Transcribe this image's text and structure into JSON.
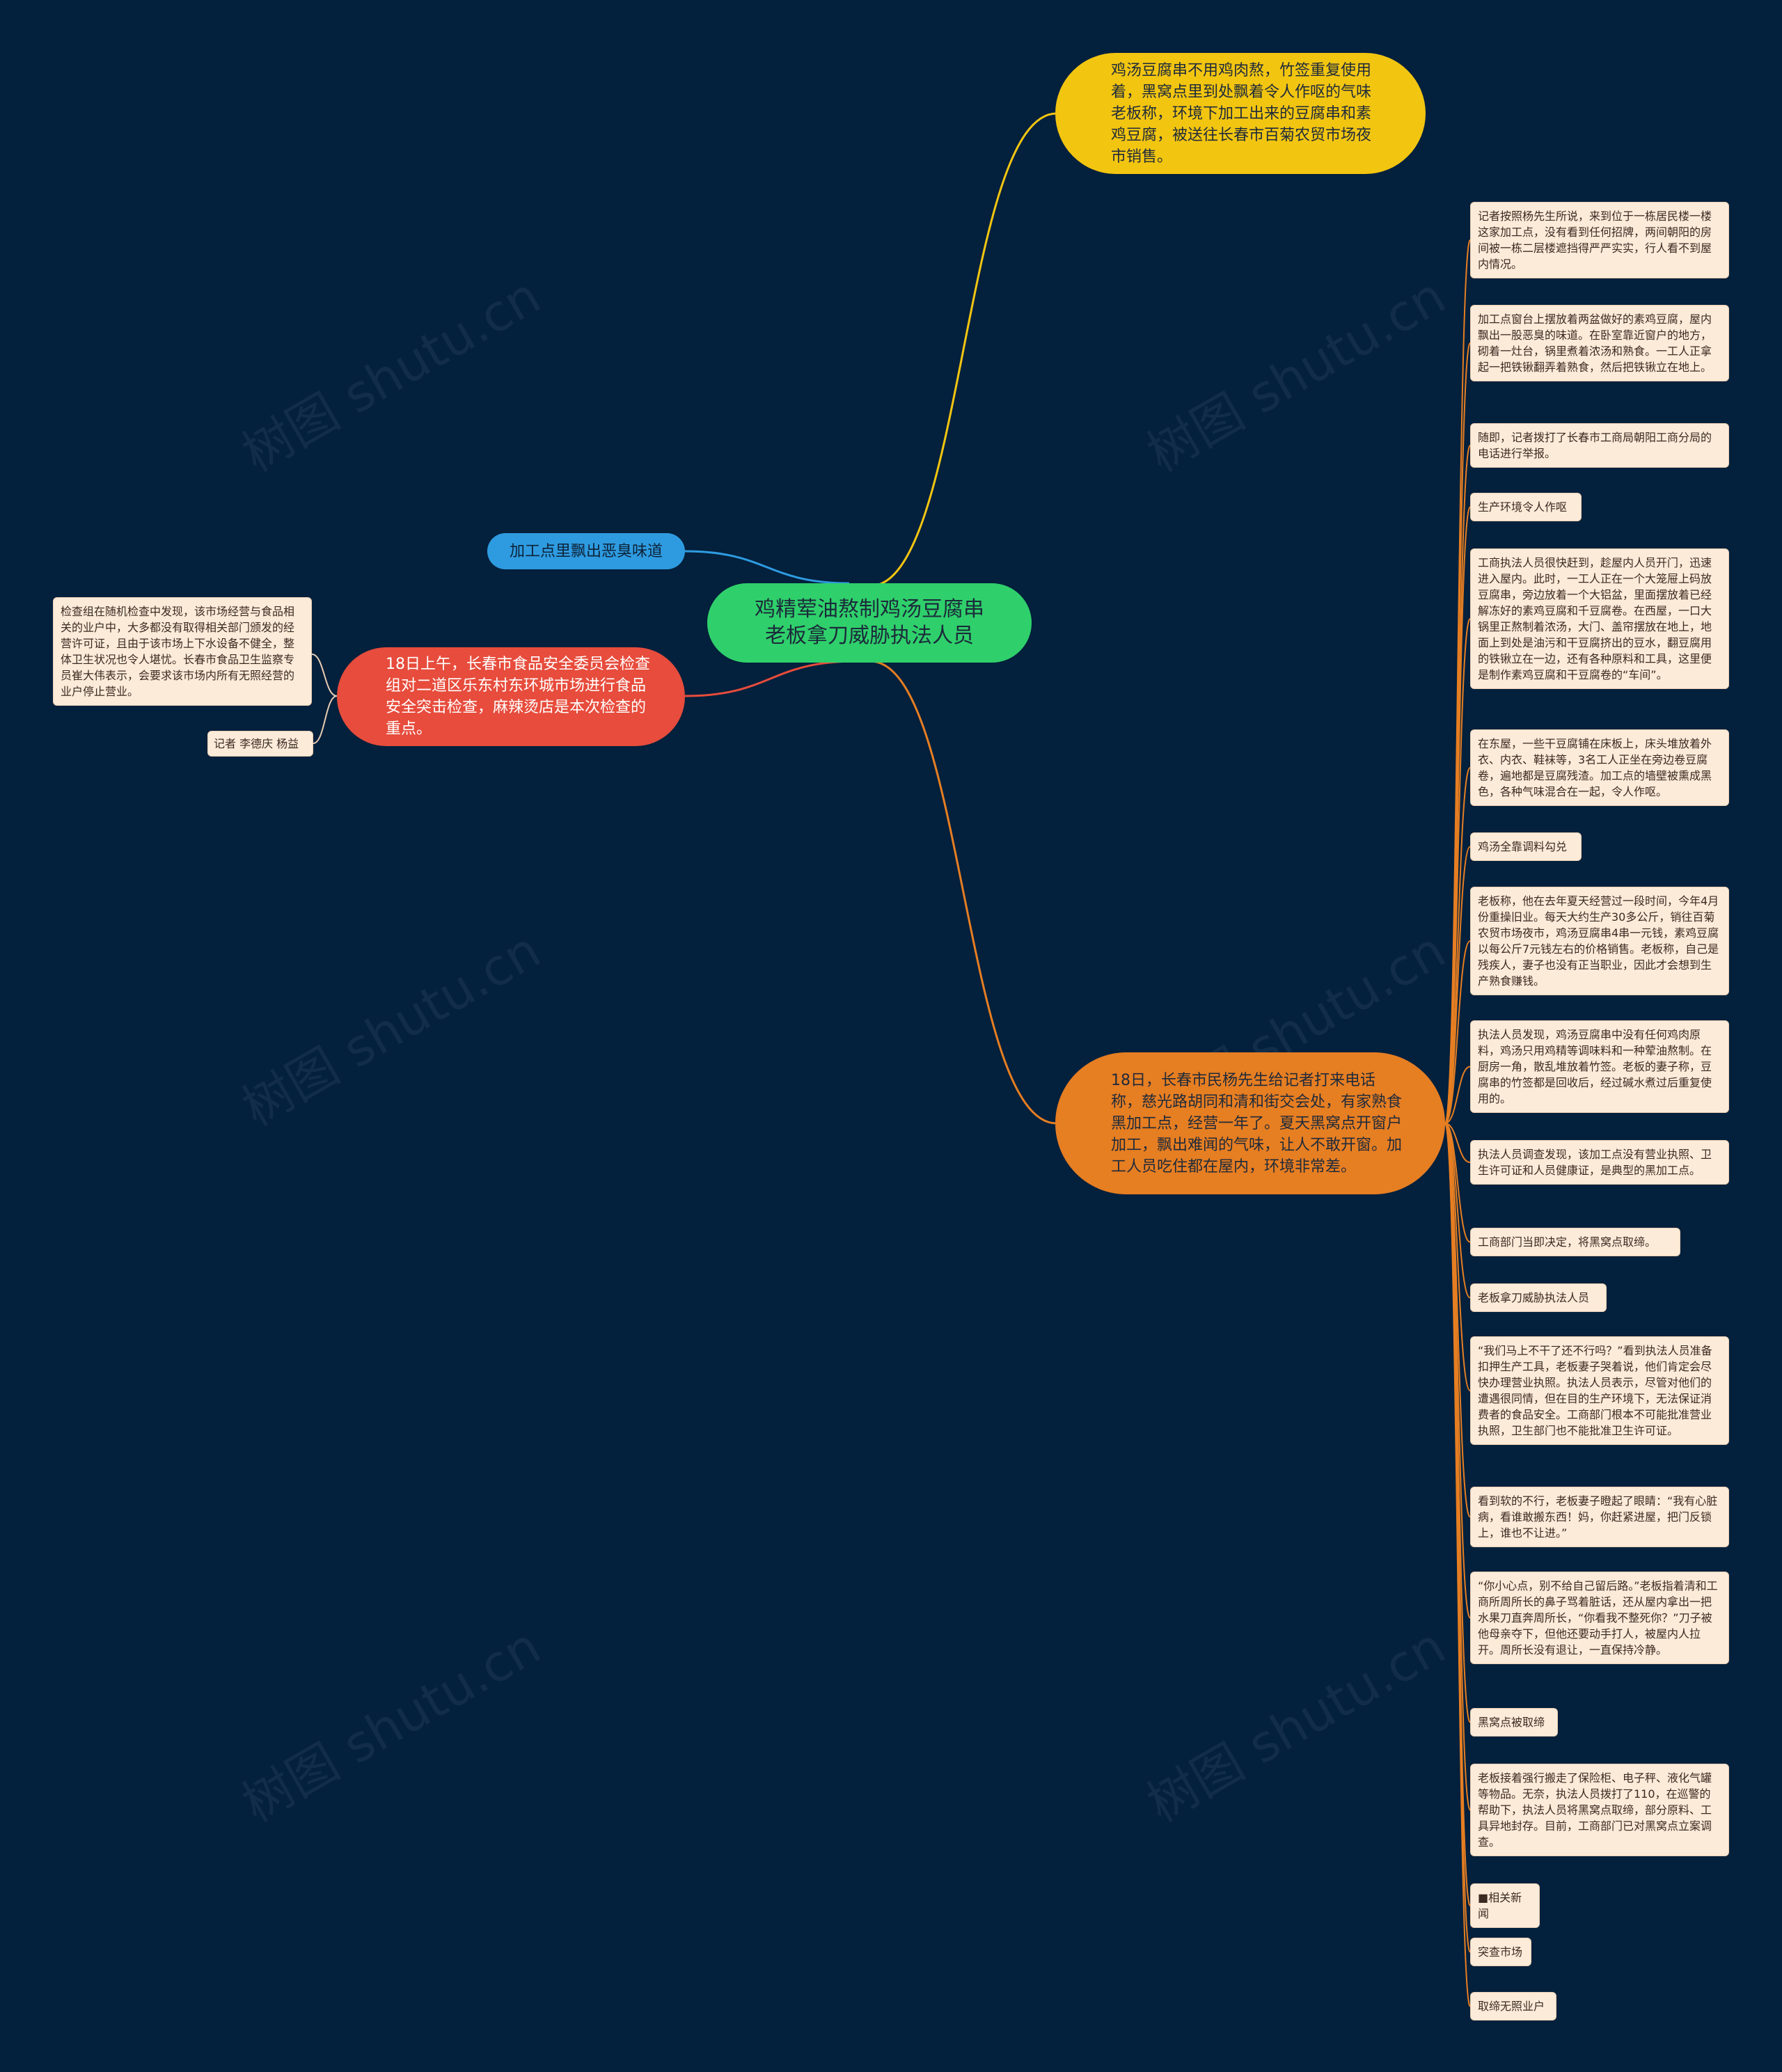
{
  "root": {
    "text": "鸡精荤油熬制鸡汤豆腐串\n老板拿刀威胁执法人员"
  },
  "branches": {
    "yellow": "鸡汤豆腐串不用鸡肉熬，竹签重复使用着，黑窝点里到处飘着令人作呕的气味老板称，环境下加工出来的豆腐串和素鸡豆腐，被送往长春市百菊农贸市场夜市销售。",
    "orange": "18日，长春市民杨先生给记者打来电话称，慈光路胡同和清和街交会处，有家熟食黑加工点，经营一年了。夏天黑窝点开窗户加工，飘出难闻的气味，让人不敢开窗。加工人员吃住都在屋内，环境非常差。",
    "red": "18日上午，长春市食品安全委员会检查组对二道区乐东村东环城市场进行食品安全突击检查，麻辣烫店是本次检查的重点。",
    "blue": "加工点里飘出恶臭味道"
  },
  "left_leaves": {
    "check": "检查组在随机检查中发现，该市场经营与食品相关的业户中，大多都没有取得相关部门颁发的经营许可证，且由于该市场上下水设备不健全，整体卫生状况也令人堪忧。长春市食品卫生监察专员崔大伟表示，会要求该市场内所有无照经营的业户停止营业。",
    "reporter": "记者 李德庆 杨益"
  },
  "right_leaves": [
    "记者按照杨先生所说，来到位于一栋居民楼一楼这家加工点，没有看到任何招牌，两间朝阳的房间被一栋二层楼遮挡得严严实实，行人看不到屋内情况。",
    "加工点窗台上摆放着两盆做好的素鸡豆腐，屋内飘出一股恶臭的味道。在卧室靠近窗户的地方，砌着一灶台，锅里煮着浓汤和熟食。一工人正拿起一把铁锹翻弄着熟食，然后把铁锹立在地上。",
    "随即，记者拨打了长春市工商局朝阳工商分局的电话进行举报。",
    "生产环境令人作呕",
    "工商执法人员很快赶到，趁屋内人员开门，迅速进入屋内。此时，一工人正在一个大笼屉上码放豆腐串，旁边放着一个大铝盆，里面摆放着已经解冻好的素鸡豆腐和千豆腐卷。在西屋，一口大锅里正熬制着浓汤，大门、盖帘摆放在地上，地面上到处是油污和干豆腐挤出的豆水，翻豆腐用的铁锹立在一边，还有各种原料和工具，这里便是制作素鸡豆腐和干豆腐卷的“车间”。",
    "在东屋，一些干豆腐铺在床板上，床头堆放着外衣、内衣、鞋袜等，3名工人正坐在旁边卷豆腐卷，遍地都是豆腐残渣。加工点的墙壁被熏成黑色，各种气味混合在一起，令人作呕。",
    "鸡汤全靠调料勾兑",
    "老板称，他在去年夏天经营过一段时间，今年4月份重操旧业。每天大约生产30多公斤，销往百菊农贸市场夜市，鸡汤豆腐串4串一元钱，素鸡豆腐以每公斤7元钱左右的价格销售。老板称，自己是残疾人，妻子也没有正当职业，因此才会想到生产熟食赚钱。",
    "执法人员发现，鸡汤豆腐串中没有任何鸡肉原料，鸡汤只用鸡精等调味料和一种荤油熬制。在厨房一角，散乱堆放着竹签。老板的妻子称，豆腐串的竹签都是回收后，经过碱水煮过后重复使用的。",
    "执法人员调查发现，该加工点没有营业执照、卫生许可证和人员健康证，是典型的黑加工点。",
    "工商部门当即决定，将黑窝点取缔。",
    "老板拿刀威胁执法人员",
    "“我们马上不干了还不行吗？”看到执法人员准备扣押生产工具，老板妻子哭着说，他们肯定会尽快办理营业执照。执法人员表示，尽管对他们的遭遇很同情，但在目的生产环境下，无法保证消费者的食品安全。工商部门根本不可能批准营业执照，卫生部门也不能批准卫生许可证。",
    "看到软的不行，老板妻子瞪起了眼睛：“我有心脏病，看谁敢搬东西！妈，你赶紧进屋，把门反锁上，谁也不让进。”",
    "“你小心点，别不给自己留后路。”老板指着清和工商所周所长的鼻子骂着脏话，还从屋内拿出一把水果刀直奔周所长，“你看我不整死你？”刀子被他母亲夺下，但他还要动手打人，被屋内人拉开。周所长没有退让，一直保持冷静。",
    "黑窝点被取缔",
    "老板接着强行搬走了保险柜、电子秤、液化气罐等物品。无奈，执法人员拨打了110，在巡警的帮助下，执法人员将黑窝点取缔，部分原料、工具异地封存。目前，工商部门已对黑窝点立案调查。",
    "■相关新闻",
    "突查市场",
    "取缔无照业户"
  ],
  "watermark": "树图 shutu.cn",
  "colors": {
    "background": "#03203c",
    "root": "#2fd06b",
    "yellow": "#f2c511",
    "orange": "#e67e22",
    "red": "#e74c3c",
    "blue": "#2e9be0",
    "leaf": "#fdebd9"
  }
}
